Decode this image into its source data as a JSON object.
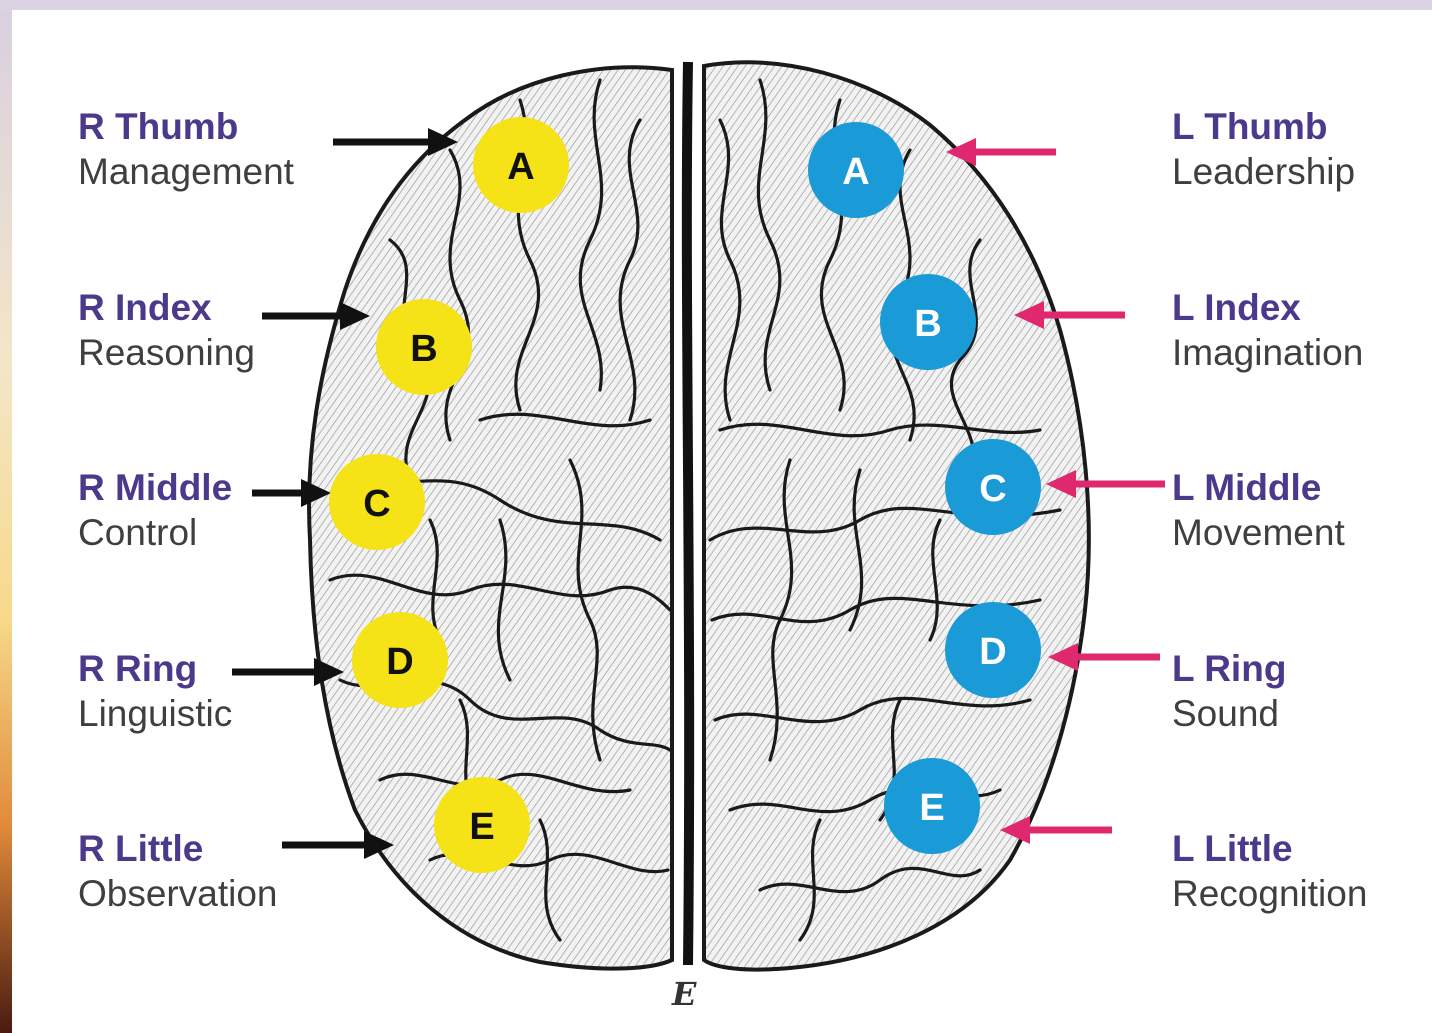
{
  "colors": {
    "right_label": "#4b3a8c",
    "left_label": "#4b3a8c",
    "right_marker": "#f5e217",
    "left_marker": "#1a9ad6",
    "right_arrow": "#111111",
    "left_arrow": "#e0286f"
  },
  "right_hemisphere": [
    {
      "finger": "R Thumb",
      "trait": "Management",
      "marker": "A"
    },
    {
      "finger": "R Index",
      "trait": "Reasoning",
      "marker": "B"
    },
    {
      "finger": "R Middle",
      "trait": "Control",
      "marker": "C"
    },
    {
      "finger": "R Ring",
      "trait": "Linguistic",
      "marker": "D"
    },
    {
      "finger": "R Little",
      "trait": "Observation",
      "marker": "E"
    }
  ],
  "left_hemisphere": [
    {
      "finger": "L Thumb",
      "trait": "Leadership",
      "marker": "A"
    },
    {
      "finger": "L Index",
      "trait": "Imagination",
      "marker": "B"
    },
    {
      "finger": "L Middle",
      "trait": "Movement",
      "marker": "C"
    },
    {
      "finger": "L Ring",
      "trait": "Sound",
      "marker": "D"
    },
    {
      "finger": "L Little",
      "trait": "Recognition",
      "marker": "E"
    }
  ],
  "plate_letter": "E"
}
